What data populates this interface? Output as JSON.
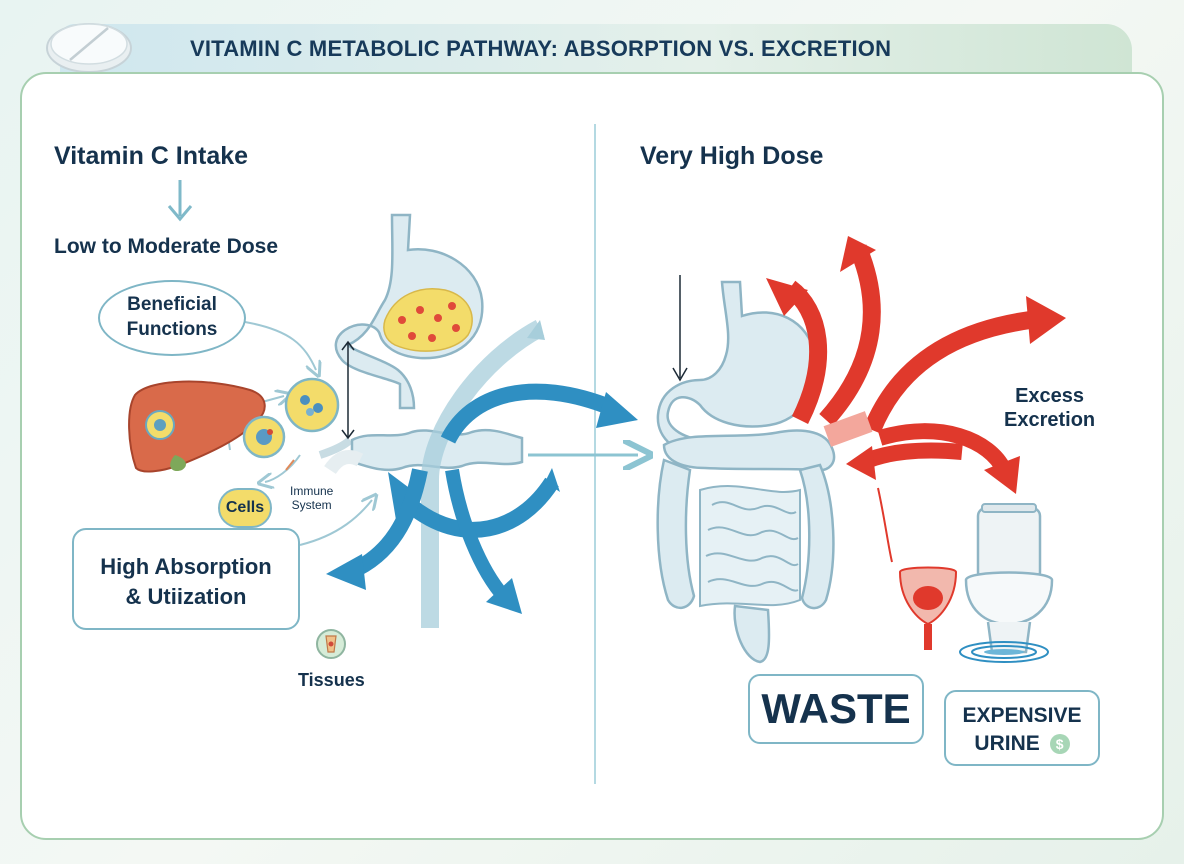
{
  "title": "VITAMIN C METABOLIC PATHWAY: ABSORPTION VS. EXCRETION",
  "left": {
    "heading": "Vitamin C Intake",
    "dose": "Low to Moderate Dose",
    "beneficial_line1": "Beneficial",
    "beneficial_line2": "Functions",
    "cells": "Cells",
    "immune_line1": "Immune",
    "immune_line2": "System",
    "absorption_line1": "High Absorption",
    "absorption_line2": "& Utiization",
    "tissues": "Tissues"
  },
  "right": {
    "heading": "Very High Dose",
    "excess_line1": "Excess",
    "excess_line2": "Excretion",
    "waste": "WASTE",
    "expensive_line1": "EXPENSIVE",
    "expensive_line2": "URINE",
    "coin_symbol": "$"
  },
  "colors": {
    "absorption_arrow": "#2f8fc2",
    "excretion_arrow": "#e0392c",
    "organ_fill": "#dcebf1",
    "organ_stroke": "#8fb5c5",
    "liver": "#d96a4a",
    "cell_fill": "#f3dc6a"
  }
}
